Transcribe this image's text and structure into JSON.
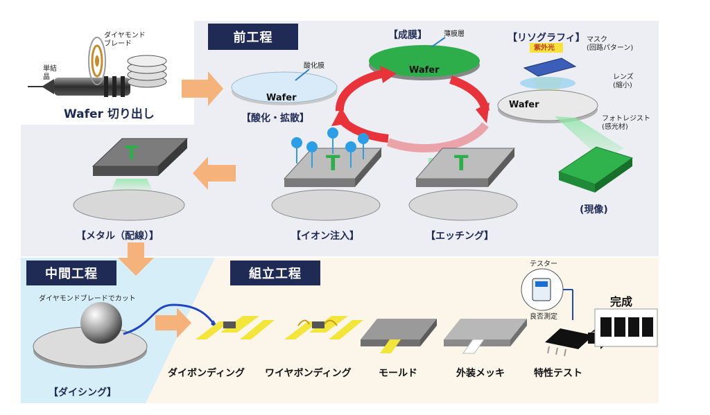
{
  "sections": {
    "front": "前工程",
    "middle": "中間工程",
    "assembly": "組立工程"
  },
  "wafer_cut": {
    "blade": "ダイヤモンド\nブレード",
    "ingot": "単結\n晶",
    "caption": "Wafer 切り出し"
  },
  "front_steps": {
    "oxidation": "【酸化・拡散】",
    "oxide_film": "酸化膜",
    "film": "【成膜】",
    "thin_film": "薄膜層",
    "litho": "【リソグラフィ】",
    "uv": "紫外光",
    "mask": "マスク\n(回路パターン)",
    "lens": "レンズ\n(縮小)",
    "resist": "フォトレジスト\n(感光材)",
    "develop": "(現像)",
    "etching": "【エッチング】",
    "ion": "【イオン注入】",
    "metal": "【メタル（配線）】",
    "wafer": "Wafer"
  },
  "middle_steps": {
    "note": "ダイヤモンドブレードでカット",
    "dicing": "【ダイシング】"
  },
  "assembly_steps": {
    "die_bond": "ダイボンディング",
    "wire_bond": "ワイヤボンディング",
    "mold": "モールド",
    "plating": "外装メッキ",
    "test": "特性テスト",
    "tester": "テスター",
    "pass_fail": "良否測定",
    "complete": "完成"
  },
  "colors": {
    "navy": "#1f2a55",
    "accent_orange": "#f5b27a",
    "cycle_red": "#e8333a",
    "green": "#22a33a",
    "yellow": "#f2e63a"
  }
}
